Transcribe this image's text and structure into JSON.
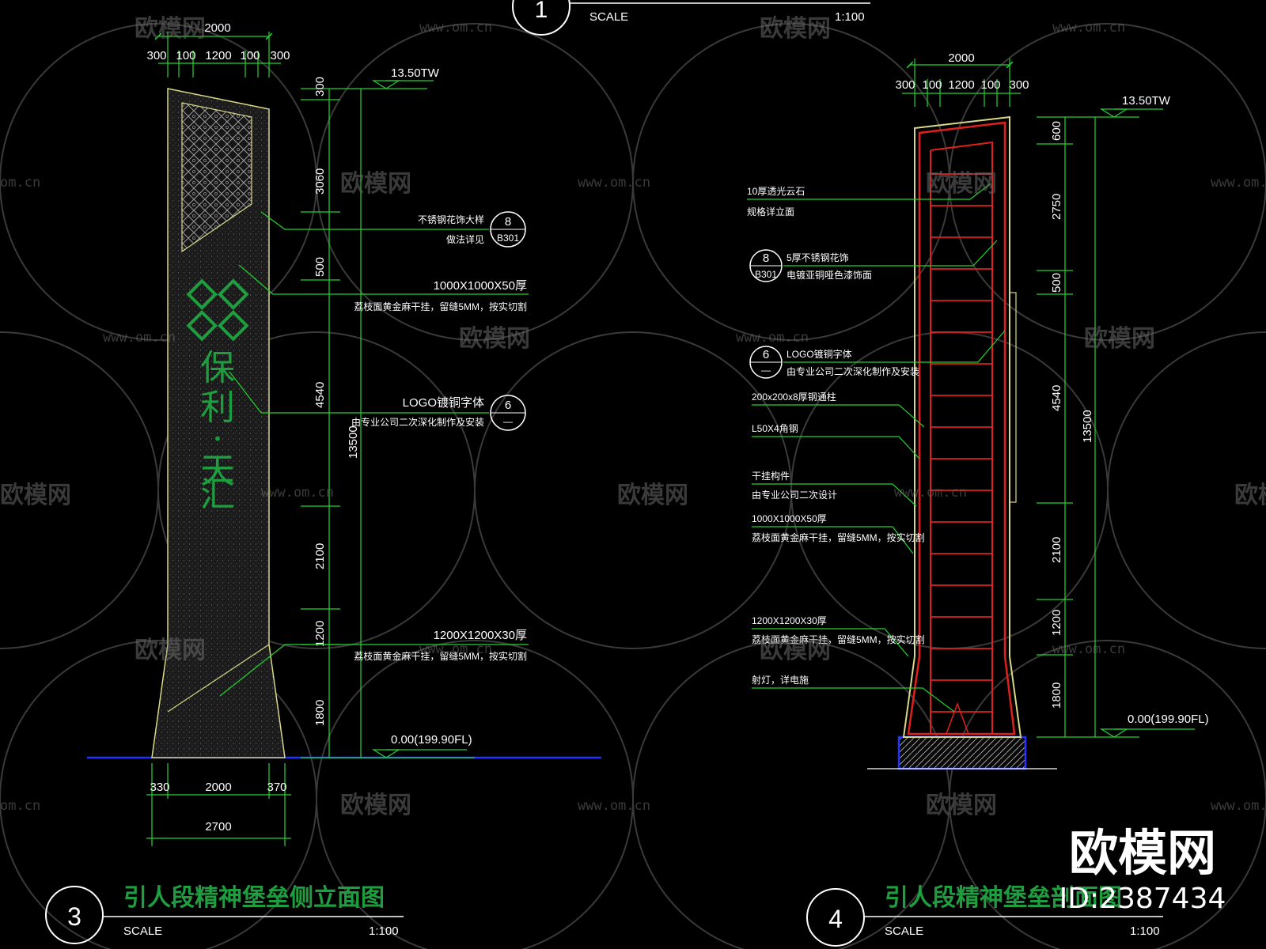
{
  "watermark": {
    "brand": "欧模网",
    "url": "www.om.cn",
    "url_short": "om.cn",
    "id_label": "ID:2387434"
  },
  "top_callout": {
    "number": "1",
    "scale_label": "SCALE",
    "scale_value": "1:100"
  },
  "left_drawing": {
    "title": "引人段精神堡垒侧立面图",
    "number": "3",
    "scale_label": "SCALE",
    "scale_value": "1:100",
    "top_dims": {
      "total": "2000",
      "parts": [
        "300",
        "100",
        "1200",
        "100",
        "300"
      ]
    },
    "elevation_top": "13.50TW",
    "elevation_base": "0.00(199.90FL)",
    "side_dims": [
      "300",
      "3060",
      "500",
      "4540",
      "2100",
      "1200",
      "1800"
    ],
    "total_height": "13500",
    "bottom_dims": {
      "parts": [
        "330",
        "2000",
        "370"
      ],
      "total": "2700"
    },
    "logo_text": [
      "保",
      "利",
      "·",
      "天",
      "汇"
    ],
    "callouts": [
      {
        "line1": "不锈钢花饰大样",
        "line2": "做法详见",
        "ref_top": "8",
        "ref_bottom": "B301"
      },
      {
        "line1": "1000X1000X50厚",
        "line2": "荔枝面黄金麻干挂，留缝5MM，按实切割"
      },
      {
        "line1": "LOGO镀铜字体",
        "line2": "由专业公司二次深化制作及安装",
        "ref_top": "6",
        "ref_bottom": "—"
      },
      {
        "line1": "1200X1200X30厚",
        "line2": "荔枝面黄金麻干挂，留缝5MM，按实切割"
      }
    ]
  },
  "right_drawing": {
    "title": "引人段精神堡垒剖面图",
    "number": "4",
    "scale_label": "SCALE",
    "scale_value": "1:100",
    "top_dims": {
      "total": "2000",
      "parts": [
        "300",
        "100",
        "1200",
        "100",
        "300"
      ]
    },
    "elevation_top": "13.50TW",
    "elevation_base": "0.00(199.90FL)",
    "side_dims": [
      "600",
      "2750",
      "500",
      "4540",
      "2100",
      "1200",
      "1800"
    ],
    "total_height": "13500",
    "callouts": [
      {
        "line1": "10厚透光云石",
        "line2": "规格详立面"
      },
      {
        "line1": "5厚不锈钢花饰",
        "line2": "电镀亚铜哑色漆饰面",
        "ref_top": "8",
        "ref_bottom": "B301"
      },
      {
        "line1": "LOGO镀铜字体",
        "line2": "由专业公司二次深化制作及安装",
        "ref_top": "6",
        "ref_bottom": "—"
      },
      {
        "line1": "200x200x8厚钢通柱",
        "line2": ""
      },
      {
        "line1": "L50X4角钢",
        "line2": ""
      },
      {
        "line1": "干挂构件",
        "line2": "由专业公司二次设计"
      },
      {
        "line1": "1000X1000X50厚",
        "line2": "荔枝面黄金麻干挂，留缝5MM，按实切割"
      },
      {
        "line1": "1200X1200X30厚",
        "line2": "荔枝面黄金麻干挂，留缝5MM，按实切割"
      },
      {
        "line1": "射灯，详电施",
        "line2": ""
      }
    ]
  }
}
